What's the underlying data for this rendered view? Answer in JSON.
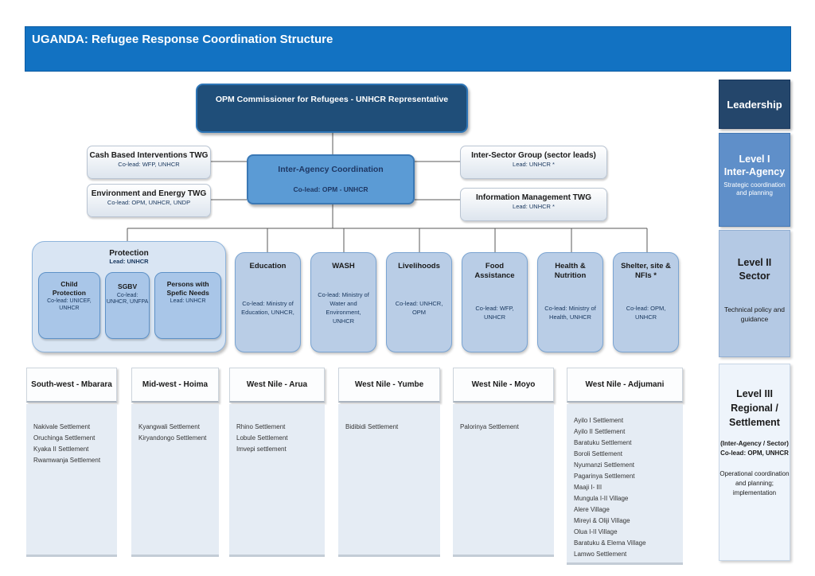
{
  "title": "UGANDA: Refugee Response Coordination Structure",
  "org": {
    "top_box": "OPM Commissioner for Refugees -  UNHCR Representative",
    "inter_agency": {
      "title": "Inter-Agency Coordination",
      "lead": "Co-lead: OPM - UNHCR"
    },
    "left_twgs": [
      {
        "title": "Cash Based Interventions TWG",
        "lead": "Co-lead: WFP, UNHCR"
      },
      {
        "title": "Environment and Energy TWG",
        "lead": "Co-lead: OPM, UNHCR, UNDP"
      }
    ],
    "right_groups": [
      {
        "title": "Inter-Sector Group (sector leads)",
        "lead": "Lead: UNHCR *"
      },
      {
        "title": "Information Management TWG",
        "lead": "Lead: UNHCR *"
      }
    ],
    "protection": {
      "title": "Protection",
      "lead": "Lead: UNHCR",
      "children": [
        {
          "title": "Child\nProtection",
          "lead": "Co-lead: UNICEF, UNHCR"
        },
        {
          "title": "SGBV",
          "lead": "Co-lead: UNHCR, UNFPA"
        },
        {
          "title": "Persons with\nSpefic Needs",
          "lead": "Lead: UNHCR"
        }
      ]
    },
    "sectors": [
      {
        "title": "Education",
        "lead": "Co-lead: Ministry of Education, UNHCR,"
      },
      {
        "title": "WASH",
        "lead": "Co-lead: Ministry of Water and Environment, UNHCR"
      },
      {
        "title": "Livelihoods",
        "lead": "Co-lead: UNHCR, OPM"
      },
      {
        "title": "Food\nAssistance",
        "lead": "Co-lead: WFP, UNHCR"
      },
      {
        "title": "Health &\nNutrition",
        "lead": "Co-lead: Ministry of Health, UNHCR"
      },
      {
        "title": "Shelter, site &\nNFIs *",
        "lead": "Co-lead: OPM, UNHCR"
      }
    ]
  },
  "regions": [
    {
      "title": "South-west - Mbarara",
      "settlements": [
        "Nakivale Settlement",
        "Oruchinga Settlement",
        "Kyaka II Settlement",
        "Rwamwanja Settlement"
      ]
    },
    {
      "title": "Mid-west - Hoima",
      "settlements": [
        "Kyangwali Settlement",
        "Kiryandongo Settlement"
      ]
    },
    {
      "title": "West Nile - Arua",
      "settlements": [
        "Rhino  Settlement",
        "Lobule Settlement",
        "Imvepi settlement"
      ]
    },
    {
      "title": "West Nile - Yumbe",
      "settlements": [
        "Bidibidi Settlement"
      ]
    },
    {
      "title": "West Nile - Moyo",
      "settlements": [
        "Palorinya Settlement"
      ]
    },
    {
      "title": "West Nile - Adjumani",
      "settlements": [
        "Ayilo I Settlement",
        "Ayilo II Settlement",
        "Baratuku Settlement",
        "Boroli Settlement",
        "Nyumanzi Settlement",
        "Pagarinya Settlement",
        "Maaji I- III",
        "Mungula I-II Village",
        "Alere Village",
        "Mireyi & Oliji Village",
        "Olua I-II Village",
        "Baratuku & Elema Village",
        "Lamwo Settlement"
      ]
    }
  ],
  "sidebar": {
    "header": "Leadership",
    "levels": [
      {
        "name": "Level I\nInter-Agency",
        "desc": "Strategic coordination\nand planning"
      },
      {
        "name": "Level II\nSector",
        "desc": "Technical policy and\nguidance"
      },
      {
        "name": "Level III\nRegional /\nSettlement",
        "bold_sub": "(Inter-Agency / Sector)\nCo-lead: OPM, UNHCR",
        "desc": "Operational coordination\nand planning;\nimplementation"
      }
    ]
  },
  "colors": {
    "title_bar": "#1272c2",
    "dark_navy_box": "#1f4e79",
    "inter_agency_blue": "#5b9bd5",
    "sector_blue": "#b9cde6",
    "protection_child_blue": "#a9c6e8",
    "region_body": "#e5ecf4",
    "sidebar_leadership": "#24466b",
    "sidebar_level1": "#5f8fc9",
    "sidebar_level2": "#b4c9e4",
    "sidebar_level3": "#eef4fb",
    "connector_line": "#595959"
  }
}
